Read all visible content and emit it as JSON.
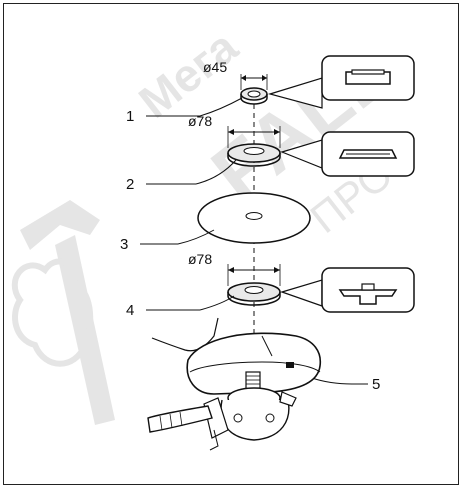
{
  "watermark": {
    "text_top": "Мега",
    "text_mid": "FALL",
    "text_low": "ПРОФ"
  },
  "dimensions": {
    "inner_flange": "ø45",
    "outer_flange": "ø78",
    "lower_flange": "ø78"
  },
  "callouts": {
    "c1": "1",
    "c2": "2",
    "c3": "3",
    "c4": "4",
    "c5": "5"
  },
  "colors": {
    "watermark": "#cfcfcf",
    "line": "#111111",
    "part_fill": "#e9e9e9"
  },
  "icons": [
    "hammer-thumb-watermark",
    "flange-detail-icon",
    "nut-detail-icon",
    "bottom-flange-detail-icon"
  ]
}
